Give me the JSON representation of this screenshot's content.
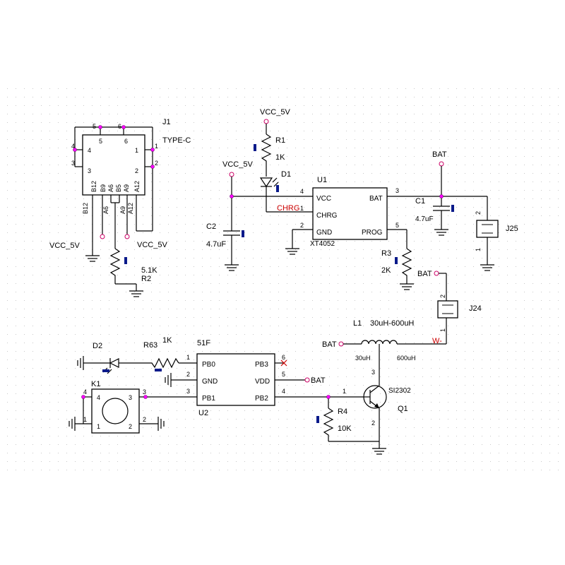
{
  "j1": {
    "ref": "J1",
    "name": "TYPE-C",
    "pins_top": [
      "5",
      "6"
    ],
    "pins_left": [
      "4",
      "3"
    ],
    "pins_right": [
      "1",
      "2"
    ],
    "inner_top": [
      "5",
      "6"
    ],
    "inner_left": [
      "4",
      "3"
    ],
    "inner_right": [
      "1",
      "2"
    ],
    "inner_bottom": [
      "B12",
      "B9",
      "A6",
      "B5",
      "A9",
      "A12"
    ],
    "outer_bottom": [
      "B12",
      "A6",
      "A9",
      "A12"
    ]
  },
  "j1_net_vcc_left": "VCC_5V",
  "j1_net_vcc_right": "VCC_5V",
  "r2": {
    "ref": "R2",
    "value": "5.1K"
  },
  "u1": {
    "ref": "U1",
    "name": "XT4052",
    "pins": {
      "vcc": "VCC",
      "bat": "BAT",
      "chrg": "CHRG",
      "gnd": "GND",
      "prog": "PROG"
    },
    "pin_numbers": [
      "4",
      "3",
      "1",
      "2",
      "5"
    ]
  },
  "r1": {
    "ref": "R1",
    "value": "1K",
    "net": "VCC_5V"
  },
  "d1": {
    "ref": "D1"
  },
  "chrg_net": "CHRG",
  "c2": {
    "ref": "C2",
    "value": "4.7uF",
    "net": "VCC_5V"
  },
  "c1": {
    "ref": "C1",
    "value": "4.7uF",
    "net": "BAT"
  },
  "r3": {
    "ref": "R3",
    "value": "2K"
  },
  "j25": {
    "ref": "J25",
    "pins": [
      "2",
      "1"
    ]
  },
  "j24": {
    "ref": "J24",
    "pins": [
      "2",
      "1"
    ],
    "net": "BAT"
  },
  "l1": {
    "ref": "L1",
    "value": "30uH-600uH",
    "tap_left": "30uH",
    "tap_right": "600uH",
    "net_left": "BAT",
    "net_right": "W-"
  },
  "u2": {
    "ref": "U2",
    "name": "51F",
    "pins": {
      "pb0": "PB0",
      "gnd": "GND",
      "pb1": "PB1",
      "pb3": "PB3",
      "vdd": "VDD",
      "pb2": "PB2"
    },
    "pin_numbers": [
      "1",
      "2",
      "3",
      "6",
      "5",
      "4"
    ],
    "vdd_net": "BAT"
  },
  "d2": {
    "ref": "D2"
  },
  "r63": {
    "ref": "R63",
    "value": "1K"
  },
  "k1": {
    "ref": "K1",
    "pins_outer": [
      "4",
      "3",
      "1",
      "2"
    ],
    "pins_inner": [
      "4",
      "3",
      "1",
      "2"
    ]
  },
  "q1": {
    "ref": "Q1",
    "name": "SI2302",
    "pins": [
      "1",
      "3",
      "2"
    ]
  },
  "r4": {
    "ref": "R4",
    "value": "10K"
  },
  "colors": {
    "wire": "#000000",
    "junction": "#ff00ff",
    "net_label": "#cc0000",
    "marker": "#0a1a8a"
  }
}
